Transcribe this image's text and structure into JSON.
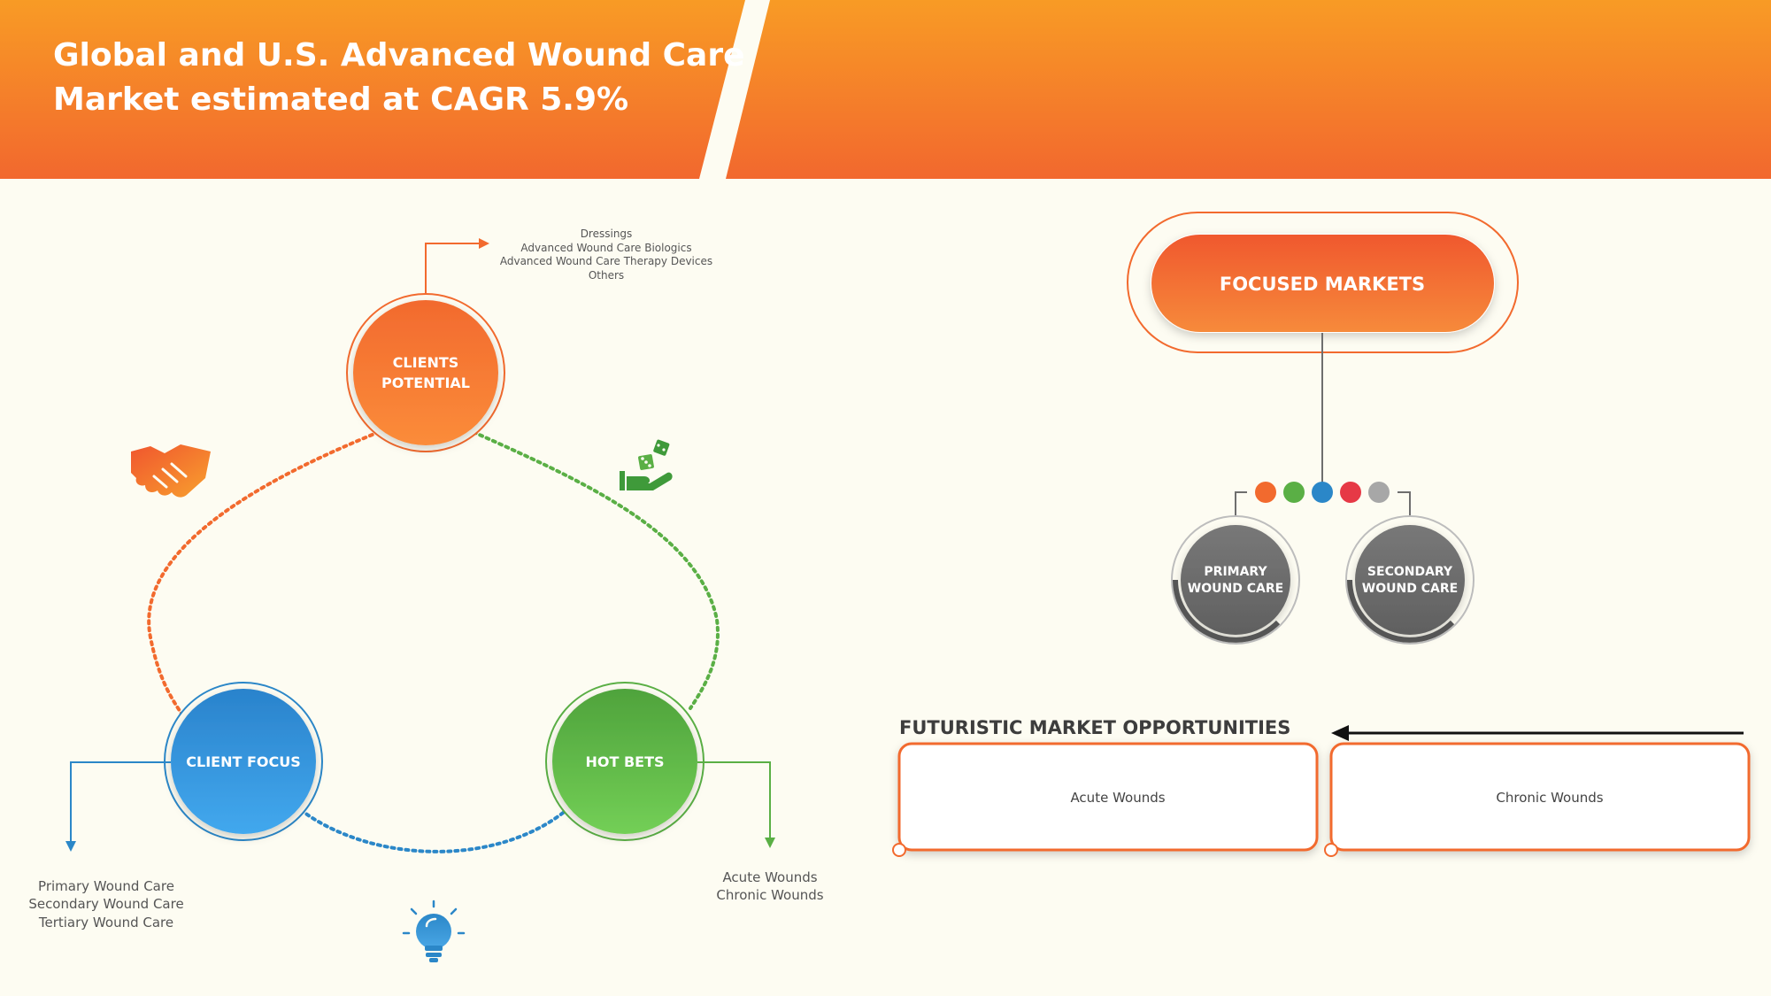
{
  "header": {
    "title_line1": "Global and U.S. Advanced Wound Care",
    "title_line2": "Market estimated at CAGR 5.9%"
  },
  "cycle": {
    "clients_potential": {
      "label_line1": "CLIENTS",
      "label_line2": "POTENTIAL",
      "items": [
        "Dressings",
        "Advanced Wound Care Biologics",
        "Advanced Wound Care Therapy Devices",
        "Others"
      ]
    },
    "client_focus": {
      "label": "CLIENT FOCUS",
      "items": [
        "Primary Wound Care",
        "Secondary Wound Care",
        "Tertiary Wound Care"
      ]
    },
    "hot_bets": {
      "label": "HOT BETS",
      "items": [
        "Acute Wounds",
        "Chronic Wounds"
      ]
    }
  },
  "focused_markets": {
    "label": "FOCUSED MARKETS",
    "dot_colors": [
      "#f26a2e",
      "#5aaf45",
      "#2b87c8",
      "#e63946",
      "#a7a7a7"
    ],
    "primary": {
      "line1": "PRIMARY",
      "line2": "WOUND CARE"
    },
    "secondary": {
      "line1": "SECONDARY",
      "line2": "WOUND CARE"
    }
  },
  "opportunities": {
    "title": "FUTURISTIC MARKET OPPORTUNITIES",
    "boxes": [
      "Acute Wounds",
      "Chronic Wounds"
    ]
  },
  "colors": {
    "orange": "#f26a2e",
    "header_orange": "#f58a27",
    "green": "#5aaf45",
    "blue": "#2b87c8",
    "gray": "#6e6e6e"
  }
}
